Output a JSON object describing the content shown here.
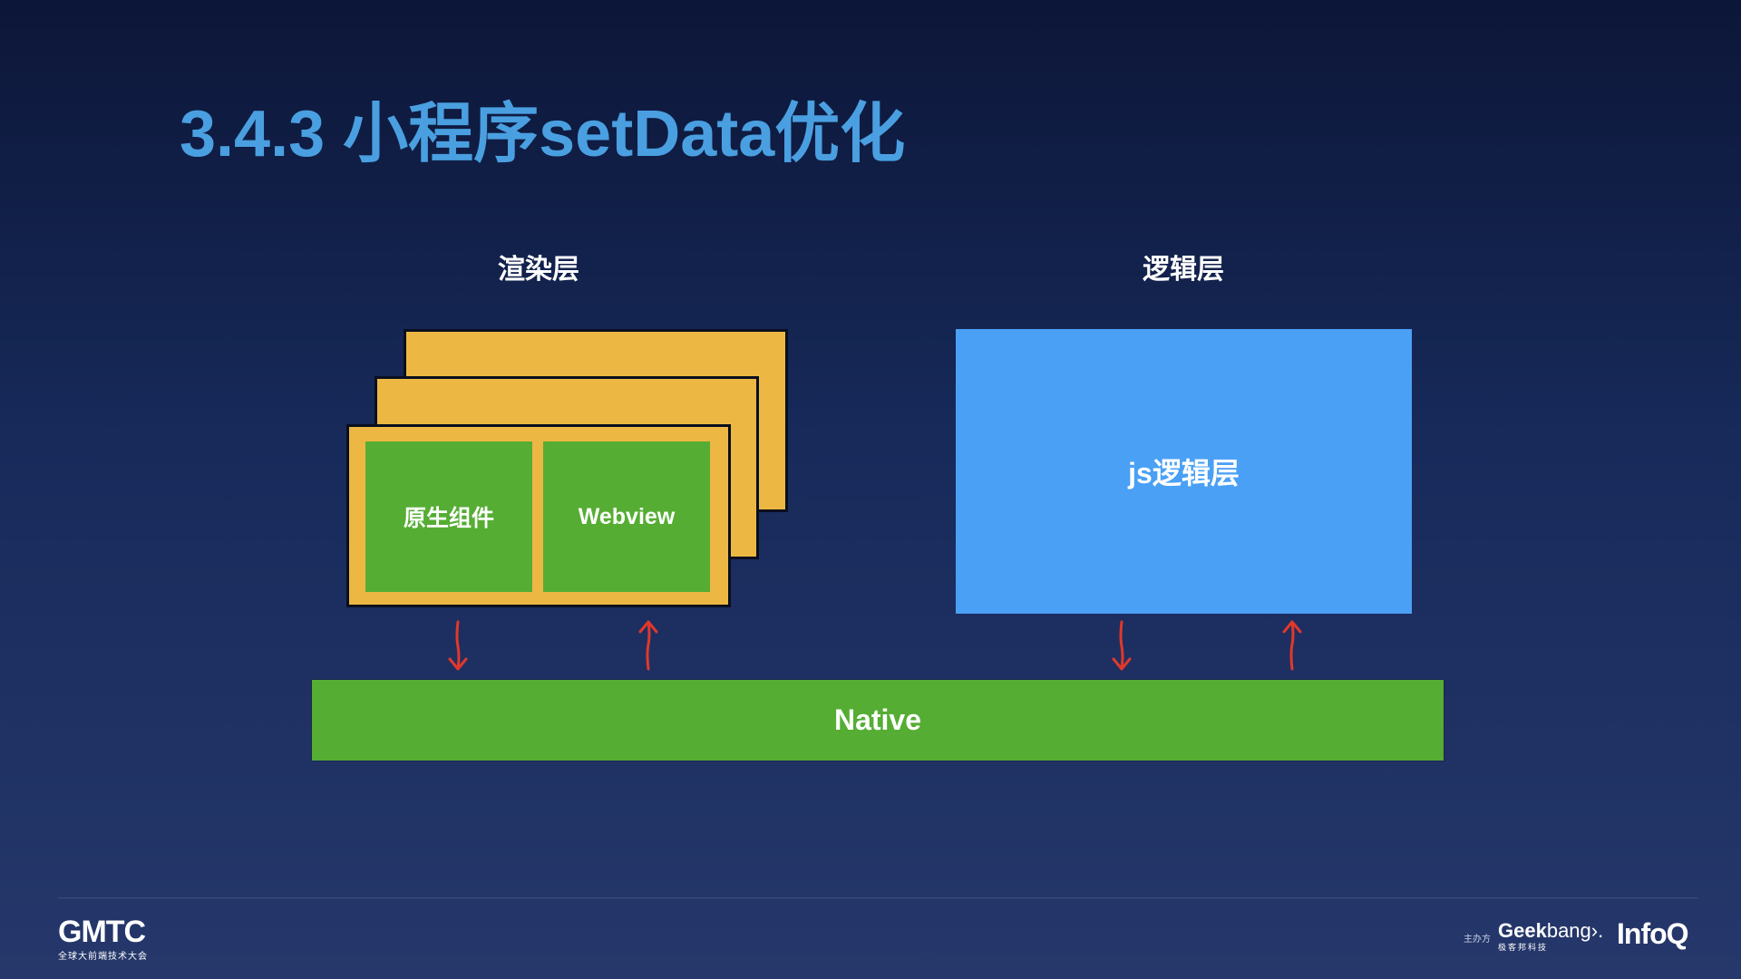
{
  "slide": {
    "title": "3.4.3 小程序setData优化"
  },
  "diagram": {
    "render_layer_heading": "渲染层",
    "logic_layer_heading": "逻辑层",
    "native_component_label": "原生组件",
    "webview_label": "Webview",
    "js_logic_label": "js逻辑层",
    "native_bar_label": "Native",
    "arrow_color": "#e0392c",
    "colors": {
      "render_card": "#ecb843",
      "green_box": "#55ae33",
      "logic_box": "#4aa0f5",
      "title": "#4a9fe0"
    }
  },
  "footer": {
    "gmtc_logo": "GMTC",
    "gmtc_subtitle": "全球大前端技术大会",
    "sponsor_label": "主办方",
    "geekbang_logo_regular": "Geek",
    "geekbang_logo_bold": "bang",
    "geekbang_logo_mark": "›.",
    "geekbang_subtitle": "极客邦科技",
    "infoq_logo": "InfoQ"
  }
}
